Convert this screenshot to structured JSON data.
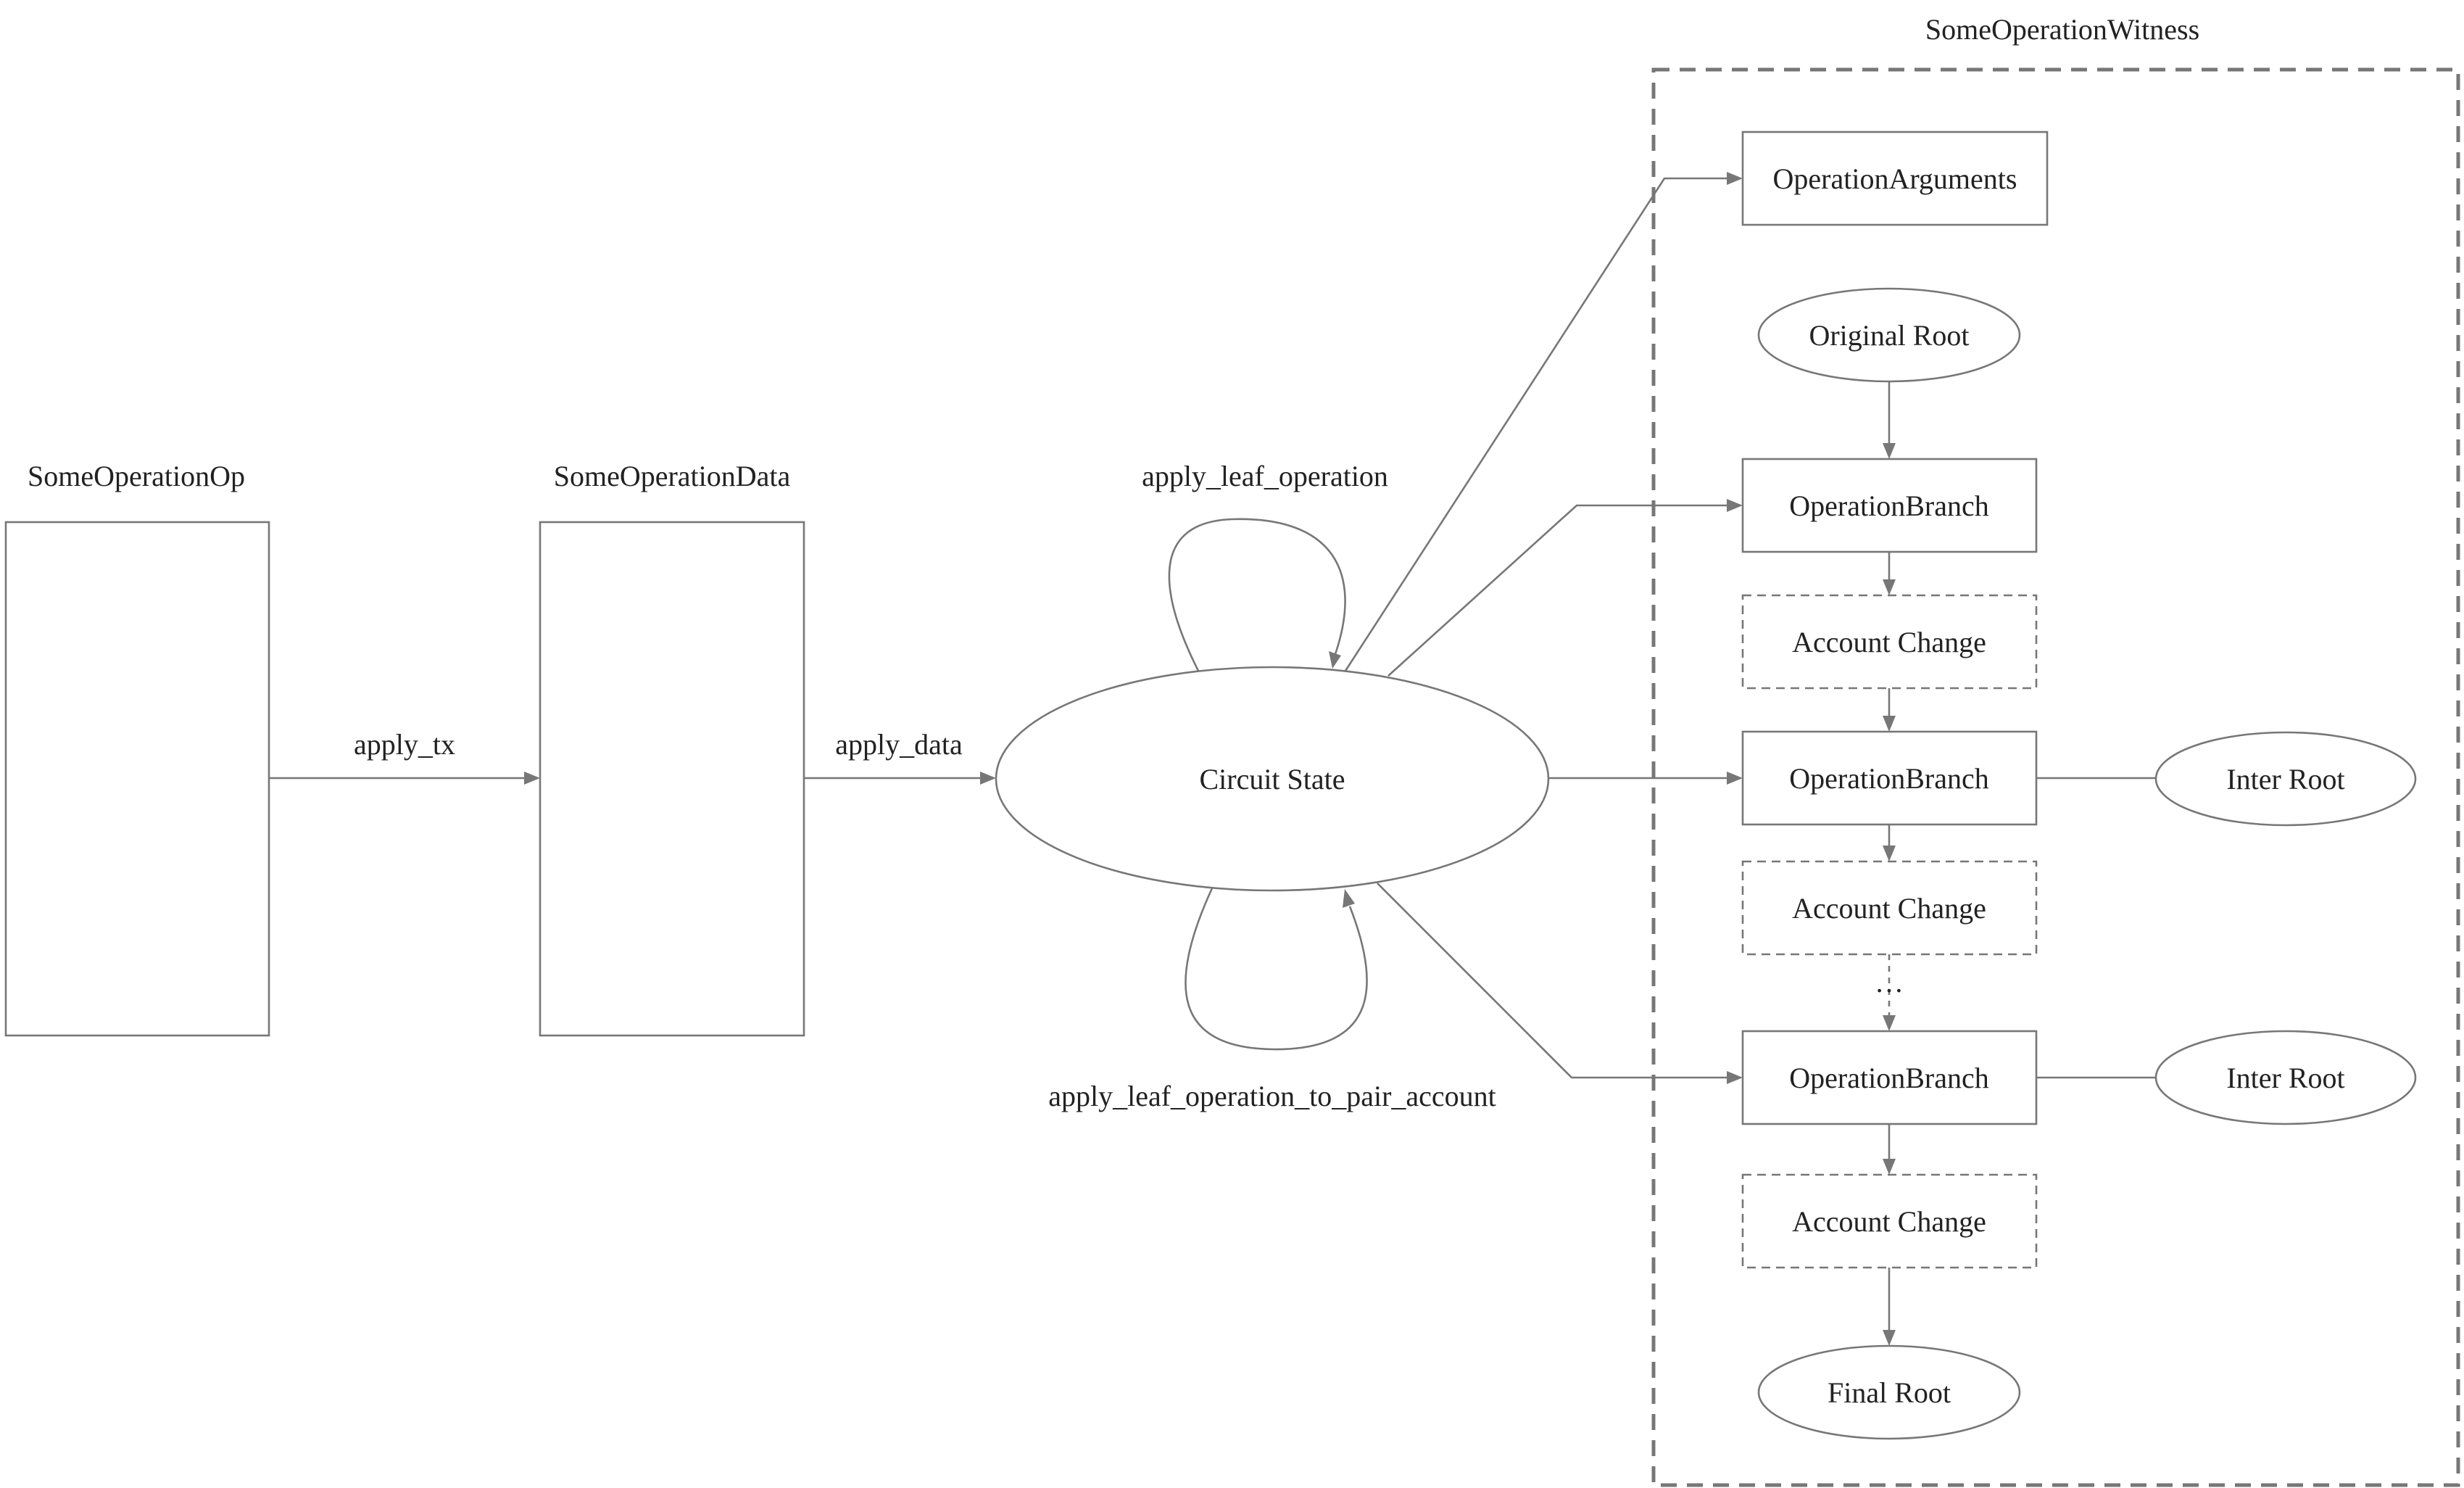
{
  "cluster": {
    "label": "SomeOperationWitness"
  },
  "nodes": {
    "op": {
      "label": "SomeOperationOp"
    },
    "data": {
      "label": "SomeOperationData"
    },
    "state": {
      "label": "Circuit State"
    },
    "args": {
      "label": "OperationArguments"
    },
    "original_root": {
      "label": "Original Root"
    },
    "branch1": {
      "label": "OperationBranch"
    },
    "change1": {
      "label": "Account Change"
    },
    "branch2": {
      "label": "OperationBranch"
    },
    "inter_root1": {
      "label": "Inter Root"
    },
    "change2": {
      "label": "Account Change"
    },
    "ellipsis": {
      "label": "…"
    },
    "branch3": {
      "label": "OperationBranch"
    },
    "inter_root2": {
      "label": "Inter Root"
    },
    "change3": {
      "label": "Account Change"
    },
    "final_root": {
      "label": "Final Root"
    }
  },
  "edges": {
    "apply_tx": {
      "label": "apply_tx"
    },
    "apply_data": {
      "label": "apply_data"
    },
    "apply_leaf_operation": {
      "label": "apply_leaf_operation"
    },
    "apply_leaf_operation_to_pair_account": {
      "label": "apply_leaf_operation_to_pair_account"
    }
  },
  "colors": {
    "stroke": "#777777",
    "text": "#222222",
    "background": "#ffffff"
  }
}
